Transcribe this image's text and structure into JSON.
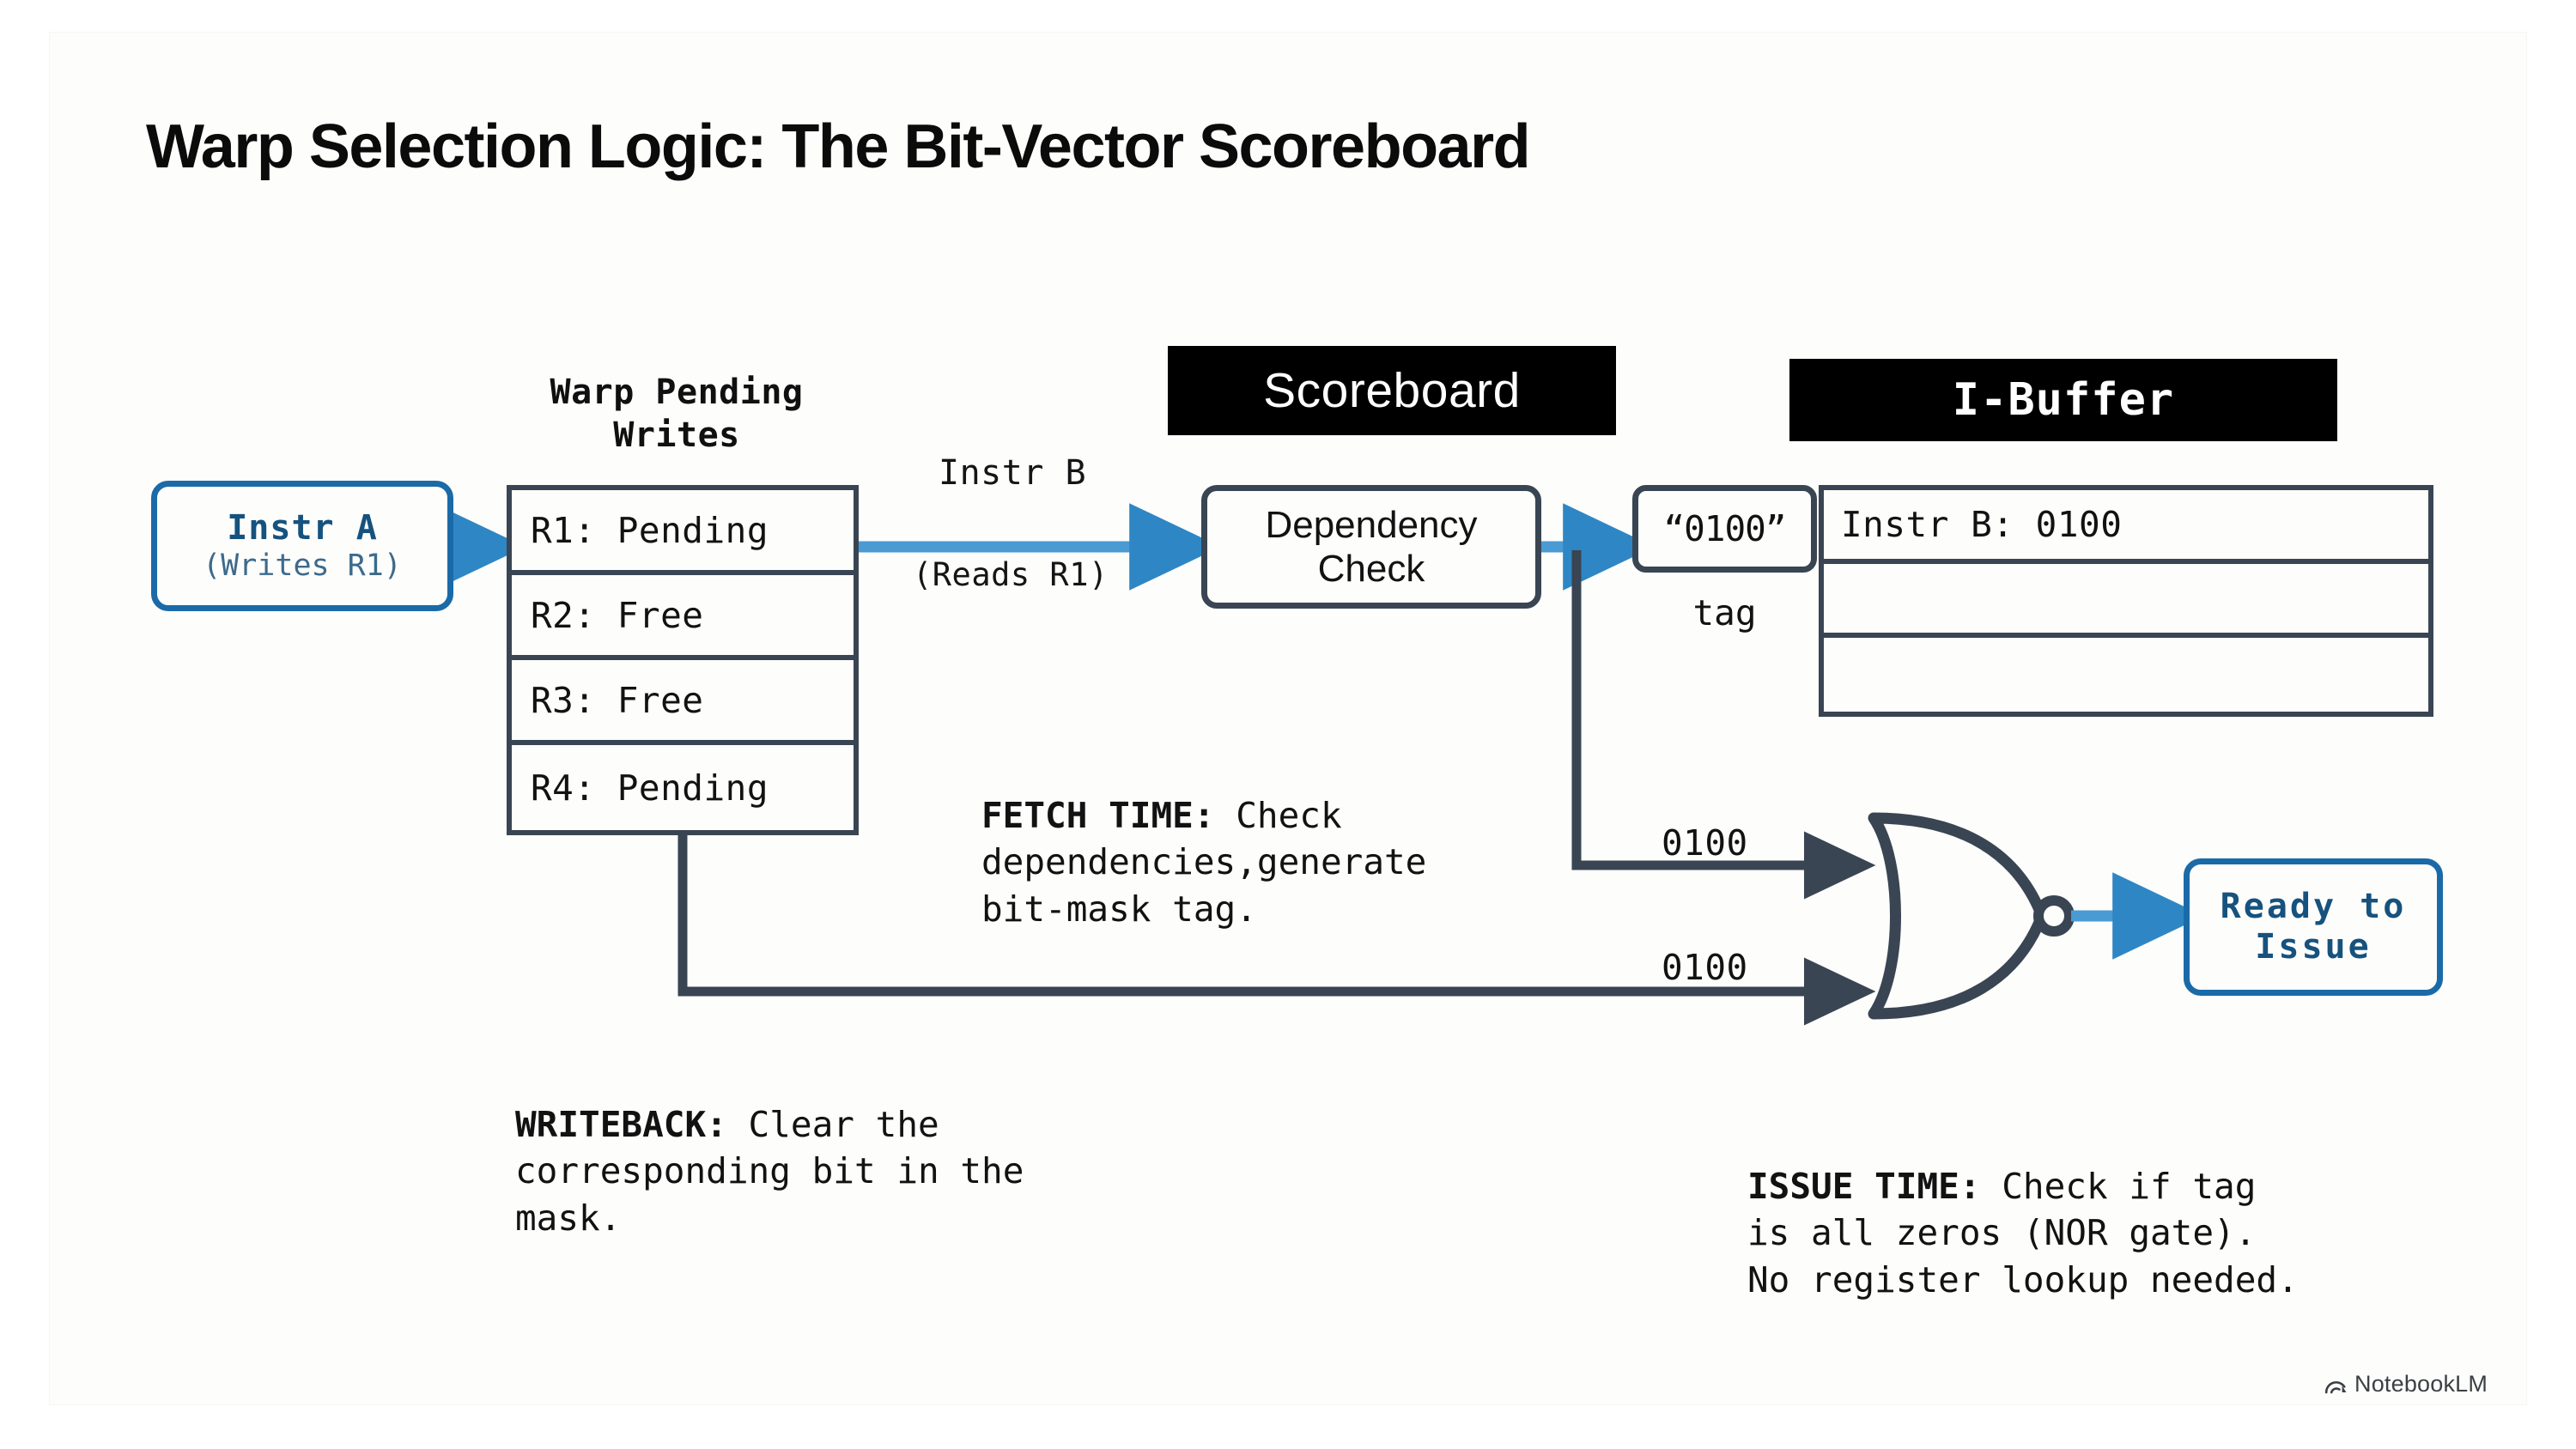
{
  "title": "Warp Selection Logic: The Bit-Vector Scoreboard",
  "colors": {
    "accent_blue": "#1b6aa8",
    "arrow_blue": "#4a9ad4",
    "slate": "#394552",
    "text_dark": "#121212",
    "node_text_blue": "#16527e",
    "black_header": "#000000",
    "card_bg": "#fdfdfc"
  },
  "instr_a": {
    "line1": "Instr A",
    "line2": "(Writes R1)"
  },
  "registers": {
    "title_line1": "Warp Pending",
    "title_line2": "Writes",
    "rows": [
      {
        "label": "R1: Pending"
      },
      {
        "label": "R2: Free"
      },
      {
        "label": "R3: Free"
      },
      {
        "label": "R4: Pending"
      }
    ]
  },
  "instr_b_wire": {
    "line1": "Instr B",
    "line2": "(Reads R1)"
  },
  "scoreboard": {
    "header": "Scoreboard",
    "box_line1": "Dependency",
    "box_line2": "Check"
  },
  "ibuffer": {
    "header": "I-Buffer",
    "tag_value": "“0100”",
    "tag_caption": "tag",
    "rows": [
      {
        "text": "Instr B: 0100"
      },
      {
        "text": ""
      },
      {
        "text": ""
      }
    ]
  },
  "nor_gate": {
    "input_top_label": "0100",
    "input_bottom_label": "0100",
    "output": {
      "line1": "Ready to",
      "line2": "Issue"
    }
  },
  "notes": {
    "fetch": {
      "lead": "FETCH TIME:",
      "body": " Check\ndependencies,generate\nbit-mask tag."
    },
    "writeback": {
      "lead": "WRITEBACK:",
      "body": " Clear the\ncorresponding bit in the mask."
    },
    "issue": {
      "lead": "ISSUE TIME:",
      "body": " Check if tag\nis all zeros (NOR gate).\nNo register lookup needed."
    }
  },
  "watermark": {
    "label": "NotebookLM"
  }
}
